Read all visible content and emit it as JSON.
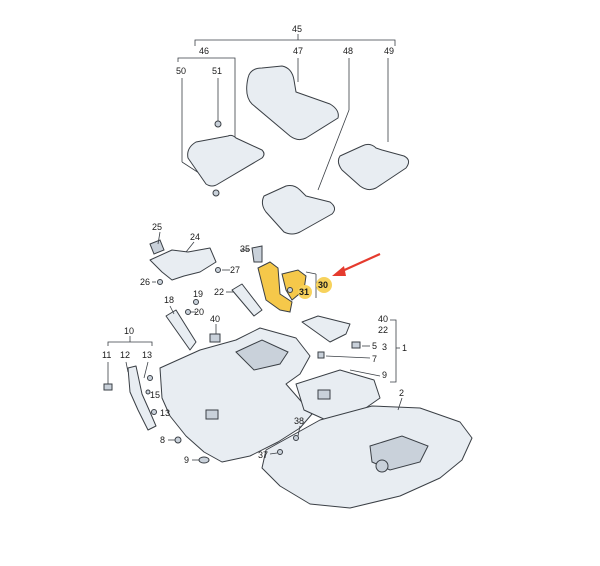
{
  "labels": {
    "n1": "1",
    "n2": "2",
    "n3": "3",
    "n5": "5",
    "n7": "7",
    "n8": "8",
    "n9": "9",
    "n9b": "9",
    "n10": "10",
    "n11": "11",
    "n12": "12",
    "n13": "13",
    "n13b": "13",
    "n15": "15",
    "n18": "18",
    "n19": "19",
    "n20": "20",
    "n22": "22",
    "n22b": "22",
    "n24": "24",
    "n25": "25",
    "n26": "26",
    "n27": "27",
    "n30": "30",
    "n31": "31",
    "n35": "35",
    "n37": "37",
    "n38": "38",
    "n40": "40",
    "n40b": "40",
    "n45": "45",
    "n46": "46",
    "n47": "47",
    "n48": "48",
    "n49": "49",
    "n50": "50",
    "n51": "51"
  },
  "colors": {
    "highlight": "#f5c84a",
    "arrow": "#e53b2e",
    "part_fill": "#e8edf2"
  }
}
